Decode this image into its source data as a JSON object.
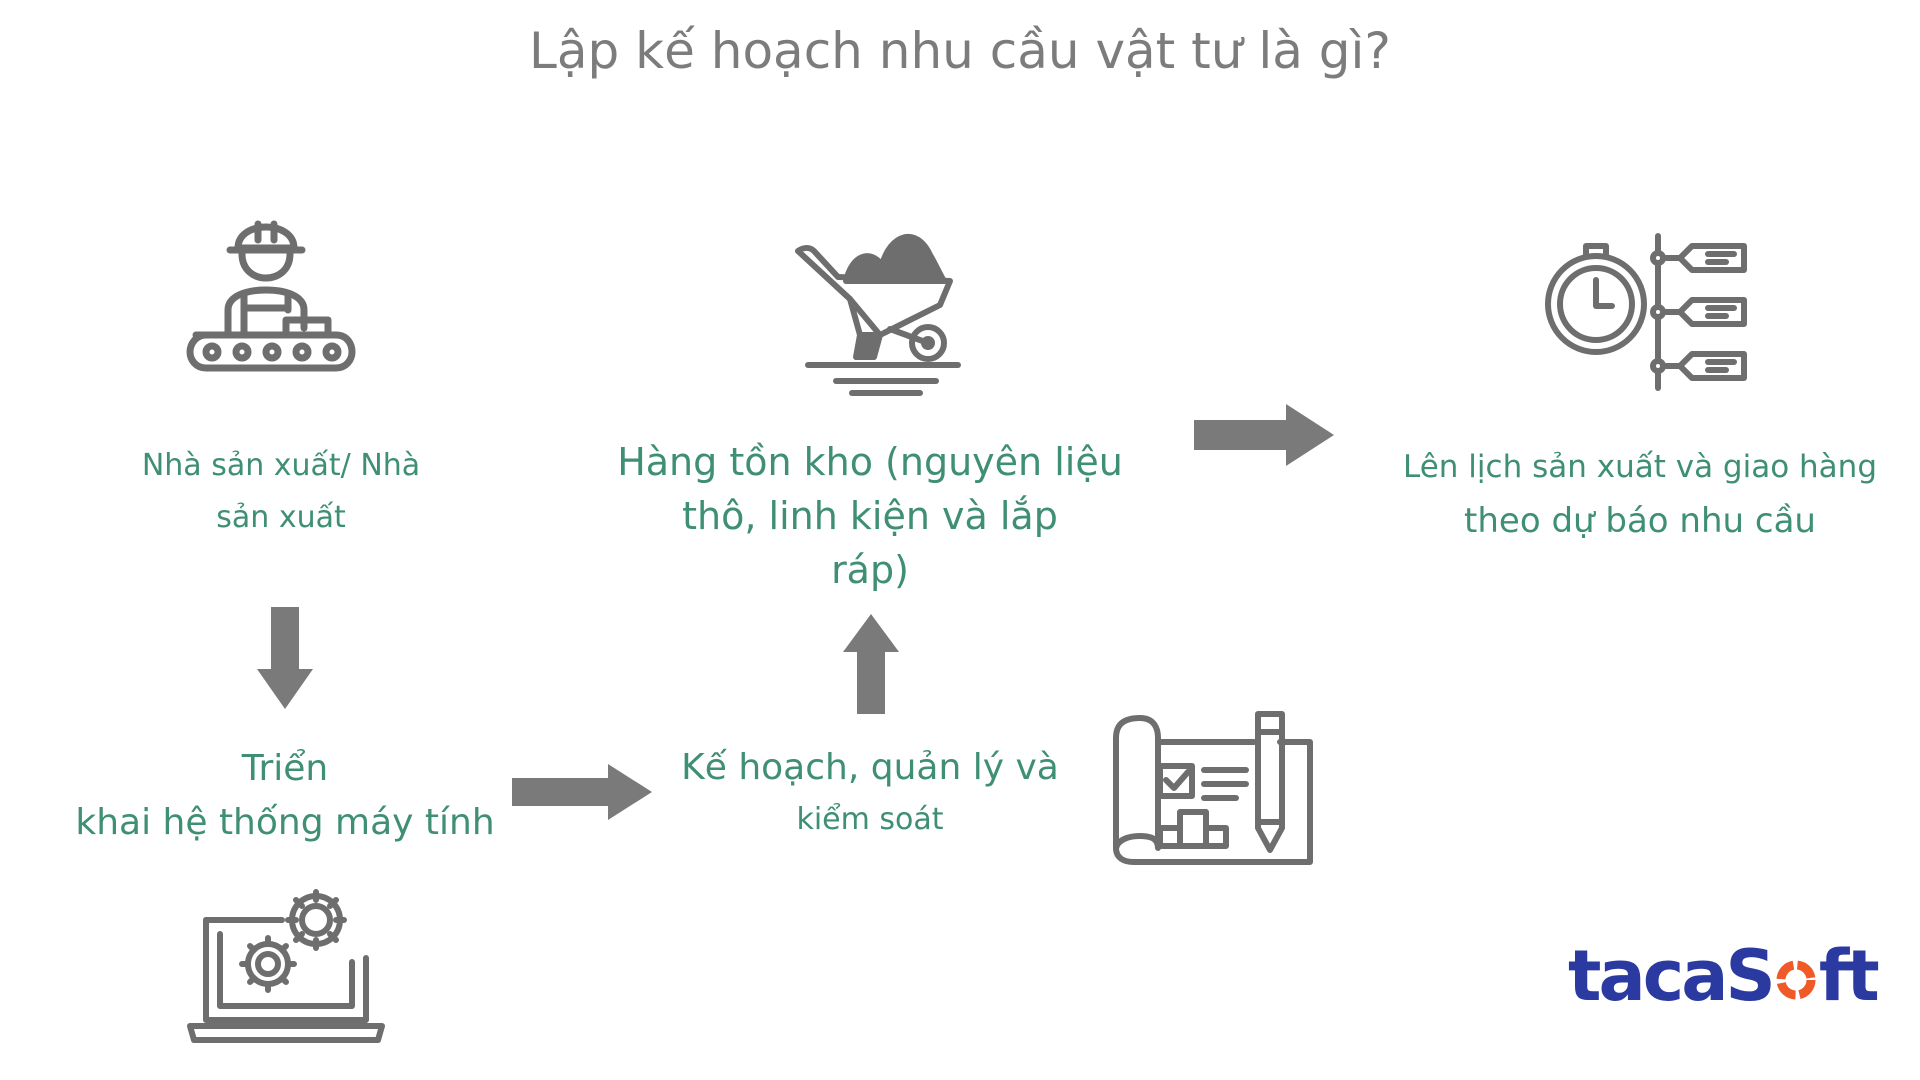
{
  "title": "Lập kế hoạch nhu cầu vật tư là gì?",
  "nodes": {
    "manufacturer": {
      "lines": [
        "Nhà sản xuất/ Nhà",
        "sản xuất"
      ]
    },
    "inventory": {
      "lines": [
        "Hàng tồn kho (nguyên liệu",
        "thô, linh kiện và lắp",
        "ráp)"
      ]
    },
    "schedule": {
      "lines": [
        "Lên lịch sản xuất và giao hàng",
        "theo dự báo nhu cầu"
      ]
    },
    "computer": {
      "lines": [
        "Triển",
        "khai hệ thống máy tính"
      ]
    },
    "planning": {
      "lines": [
        "Kế hoạch, quản lý và",
        "kiểm soát"
      ]
    }
  },
  "icons": [
    "worker-conveyor-icon",
    "wheelbarrow-icon",
    "stopwatch-schedule-icon",
    "laptop-gears-icon",
    "blueprint-pencil-icon"
  ],
  "colors": {
    "title": "#7c7c7c",
    "label": "#3f8f73",
    "icon": "#6e6e6e",
    "arrow": "#7a7a7a",
    "logo_blue": "#2b3aa0",
    "logo_orange": "#f05a28"
  },
  "logo": {
    "part1": "tacaS",
    "part2": "ft"
  }
}
